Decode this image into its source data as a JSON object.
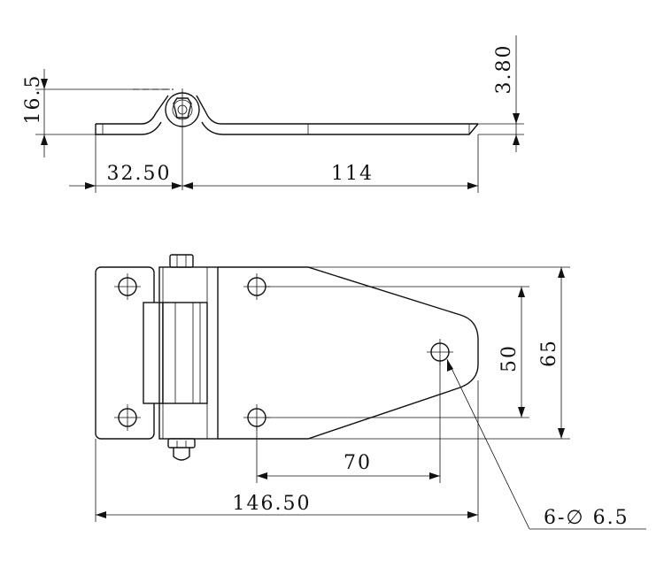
{
  "dimensions": {
    "height_offset": "16.5",
    "thickness": "3.80",
    "pivot_offset": "32.50",
    "leaf_length": "114",
    "hole_spacing_v": "50",
    "overall_width": "65",
    "hole_spacing_h": "70",
    "overall_length": "146.50",
    "hole_callout": "6-∅ 6.5"
  }
}
